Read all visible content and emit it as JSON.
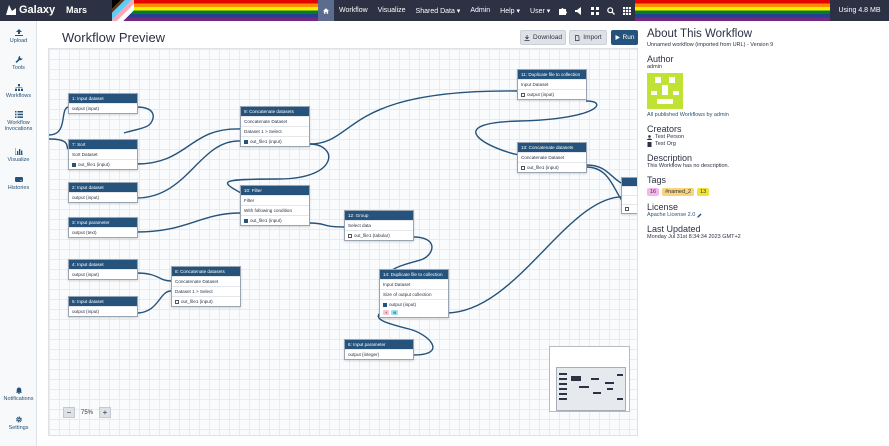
{
  "masthead": {
    "brand": "Galaxy",
    "instance": "Mars",
    "nav": [
      "Workflow",
      "Visualize",
      "Shared Data ▾",
      "Admin",
      "Help ▾",
      "User ▾"
    ],
    "usage": "Using 4.8 MB",
    "icons": [
      "home-icon",
      "puzzle-icon",
      "bullhorn-icon",
      "th-icon",
      "search-icon",
      "th-grid-icon"
    ]
  },
  "activity_bar": [
    {
      "label": "Upload",
      "icon": "upload-icon"
    },
    {
      "label": "Tools",
      "icon": "wrench-icon"
    },
    {
      "label": "Workflows",
      "icon": "sitemap-icon"
    },
    {
      "label": "Workflow Invocations",
      "icon": "list-icon"
    },
    {
      "label": "Visualize",
      "icon": "chart-bar-icon"
    },
    {
      "label": "Histories",
      "icon": "hdd-icon"
    },
    {
      "label": "Notifications",
      "icon": "bell-icon"
    },
    {
      "label": "Settings",
      "icon": "cog-icon"
    }
  ],
  "center": {
    "title": "Workflow Preview",
    "download": "Download",
    "import": "Import",
    "run": "Run",
    "zoom": "75%"
  },
  "nodes": {
    "n1": {
      "title": "1: Input dataset",
      "rows": [
        "output (input)"
      ]
    },
    "n7": {
      "title": "7: Sort",
      "rows": [
        "Sort Dataset",
        "out_file1 (input)"
      ]
    },
    "n2": {
      "title": "2: Input dataset",
      "rows": [
        "output (input)"
      ]
    },
    "n3": {
      "title": "3: Input parameter",
      "rows": [
        "output (text)"
      ]
    },
    "n4": {
      "title": "4: Input dataset",
      "rows": [
        "output (input)"
      ]
    },
    "n5": {
      "title": "5: Input dataset",
      "rows": [
        "output (input)"
      ]
    },
    "n8": {
      "title": "8: Concatenate datasets",
      "rows": [
        "Concatenate Dataset",
        "Dataset 1 > Select",
        "out_file1 (input)"
      ]
    },
    "n9": {
      "title": "9: Concatenate datasets",
      "rows": [
        "Concatenate Dataset",
        "Dataset 1 > Select",
        "out_file1 (input)"
      ]
    },
    "n10": {
      "title": "10: Filter",
      "rows": [
        "Filter",
        "With following condition",
        "out_file1 (input)"
      ]
    },
    "n12": {
      "title": "12: Group",
      "rows": [
        "Select data",
        "out_file1 (tabular)"
      ]
    },
    "n14": {
      "title": "14: Duplicate file to collection",
      "rows": [
        "Input Dataset",
        "Size of output collection",
        "output (input)"
      ]
    },
    "n6": {
      "title": "6: Input parameter",
      "rows": [
        "output (integer)"
      ]
    },
    "n11": {
      "title": "11: Duplicate file to collection",
      "rows": [
        "Input Dataset",
        "output (input)"
      ]
    },
    "n13": {
      "title": "13: Concatenate datasets",
      "rows": [
        "Concatenate Dataset",
        "out_file1 (input)"
      ]
    },
    "n14_tags": [
      "+",
      "fil"
    ]
  },
  "about": {
    "title": "About This Workflow",
    "subtitle": "Unnamed workflow (imported from URL) - Version 9",
    "author_h": "Author",
    "author": "admin",
    "all_published": "All published Workflows by admin",
    "creators_h": "Creators",
    "creators": [
      "Test Person",
      "Test Org"
    ],
    "description_h": "Description",
    "description": "This Workflow has no description.",
    "tags_h": "Tags",
    "tags": [
      "16",
      "#named_2",
      "13"
    ],
    "license_h": "License",
    "license": "Apache License 2.0",
    "updated_h": "Last Updated",
    "updated": "Monday Jul 31st 8:34:34 2023 GMT+2"
  },
  "colors": {
    "masthead": "#2c3143",
    "node_header": "#25537b",
    "accent": "#25537b"
  }
}
